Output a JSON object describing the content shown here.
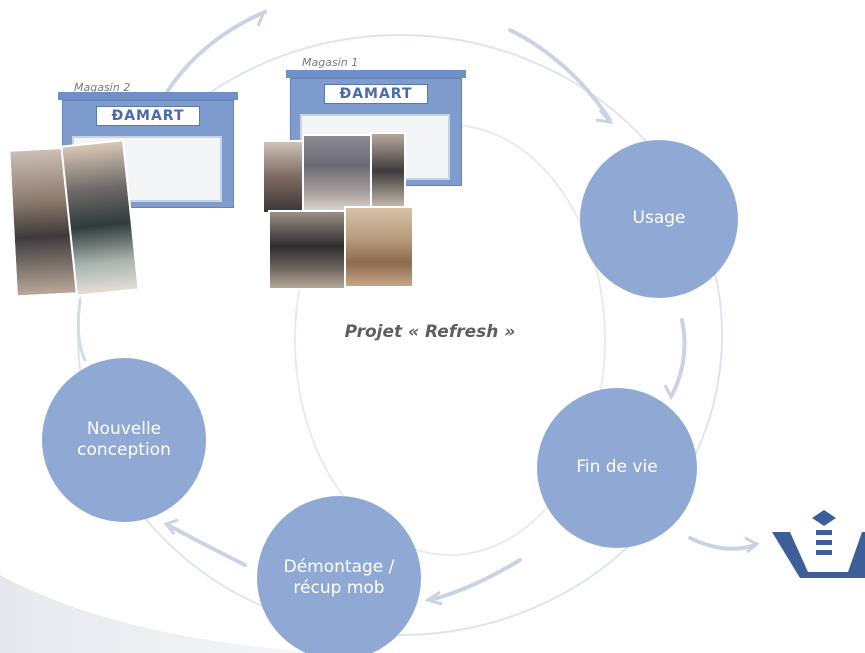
{
  "center": {
    "title": "Projet « Refresh »"
  },
  "stages": [
    {
      "label": "Usage"
    },
    {
      "label": "Fin de vie"
    },
    {
      "label": "Démontage /\nrécup mob"
    },
    {
      "label": "Nouvelle\nconception"
    }
  ],
  "stores": [
    {
      "label": "Magasin 2",
      "brand": "ĐAMART"
    },
    {
      "label": "Magasin 1",
      "brand": "ĐAMART"
    }
  ],
  "colors": {
    "stage_fill": "#8fa9d4",
    "facade": "#7f9ccf",
    "logo": "#3d5f99",
    "ring": "#d7deea"
  },
  "icons": [
    "cycle-arrow-icon",
    "brand-logo-icon"
  ]
}
